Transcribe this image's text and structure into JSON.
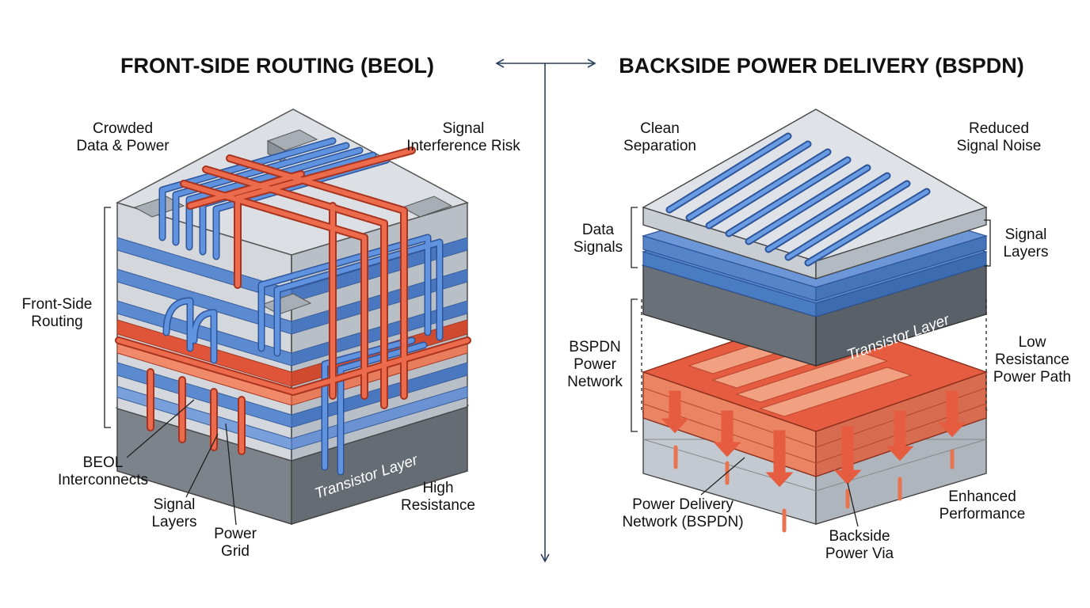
{
  "left": {
    "title": "FRONT-SIDE ROUTING (BEOL)",
    "labels": {
      "crowded": [
        "Crowded",
        "Data & Power"
      ],
      "interference": [
        "Signal",
        "Interference Risk"
      ],
      "front_side_routing": [
        "Front-Side",
        "Routing"
      ],
      "beol_interconnects": [
        "BEOL",
        "Interconnects"
      ],
      "signal_layers": [
        "Signal",
        "Layers"
      ],
      "power_grid": [
        "Power",
        "Grid"
      ],
      "high_resistance": [
        "High",
        "Resistance"
      ]
    },
    "transistor_layer": "Transistor Layer"
  },
  "right": {
    "title": "BACKSIDE POWER DELIVERY (BSPDN)",
    "labels": {
      "clean_separation": [
        "Clean",
        "Separation"
      ],
      "reduced_noise": [
        "Reduced",
        "Signal Noise"
      ],
      "data_signals": [
        "Data",
        "Signals"
      ],
      "signal_layers": [
        "Signal",
        "Layers"
      ],
      "bspdn_power_network": [
        "BSPDN",
        "Power",
        "Network"
      ],
      "low_resistance": [
        "Low",
        "Resistance",
        "Power Path"
      ],
      "power_delivery_network": [
        "Power Delivery",
        "Network (BSPDN)"
      ],
      "backside_power_via": [
        "Backside",
        "Power Via"
      ],
      "enhanced_performance": [
        "Enhanced",
        "Performance"
      ]
    },
    "transistor_layer": "Transistor Layer"
  },
  "colors": {
    "signal_blue": "#4a7cc4",
    "power_red": "#e0553a",
    "layer_gray": "#cdd2d8",
    "dark_gray": "#6e747a",
    "navy": "#2a3f5f"
  }
}
